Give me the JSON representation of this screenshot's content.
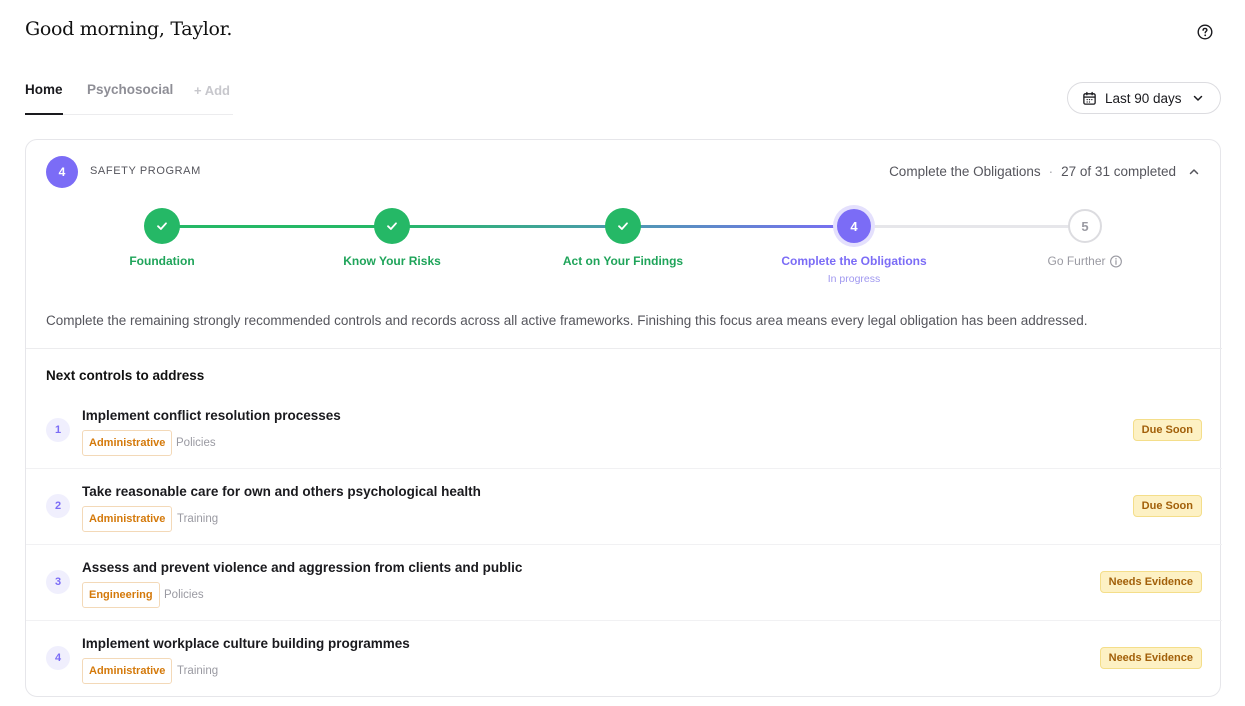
{
  "header": {
    "greeting": "Good morning, Taylor.",
    "help_icon": "question-circle-icon"
  },
  "tabs": [
    {
      "label": "Home",
      "active": true
    },
    {
      "label": "Psychosocial",
      "active": false
    },
    {
      "label": "+ Add",
      "active": false
    }
  ],
  "date_range": {
    "label": "Last 90 days",
    "icon": "calendar-icon"
  },
  "program": {
    "badge": "4",
    "label": "SAFETY PROGRAM",
    "current_step_name": "Complete the Obligations",
    "separator": "·",
    "completion": "27 of 31 completed",
    "steps": [
      {
        "label": "Foundation",
        "state": "done"
      },
      {
        "label": "Know Your Risks",
        "state": "done"
      },
      {
        "label": "Act on Your Findings",
        "state": "done"
      },
      {
        "label": "Complete the Obligations",
        "state": "current",
        "number": "4",
        "sub": "In progress"
      },
      {
        "label": "Go Further",
        "state": "future",
        "number": "5"
      }
    ],
    "description": "Complete the remaining strongly recommended controls and records across all active frameworks. Finishing this focus area means every legal obligation has been addressed."
  },
  "controls": {
    "title": "Next controls to address",
    "items": [
      {
        "num": "1",
        "title": "Implement conflict resolution processes",
        "category": "Administrative",
        "type": "Policies",
        "status": "Due Soon"
      },
      {
        "num": "2",
        "title": "Take reasonable care for own and others psychological health",
        "category": "Administrative",
        "type": "Training",
        "status": "Due Soon"
      },
      {
        "num": "3",
        "title": "Assess and prevent violence and aggression from clients and public",
        "category": "Engineering",
        "type": "Policies",
        "status": "Needs Evidence"
      },
      {
        "num": "4",
        "title": "Implement workplace culture building programmes",
        "category": "Administrative",
        "type": "Training",
        "status": "Needs Evidence"
      }
    ]
  },
  "colors": {
    "accent": "#7b6cf6",
    "success": "#25b866",
    "warning_text": "#a2600a",
    "warning_bg": "#fdf1c4",
    "category_text": "#d4790a"
  }
}
